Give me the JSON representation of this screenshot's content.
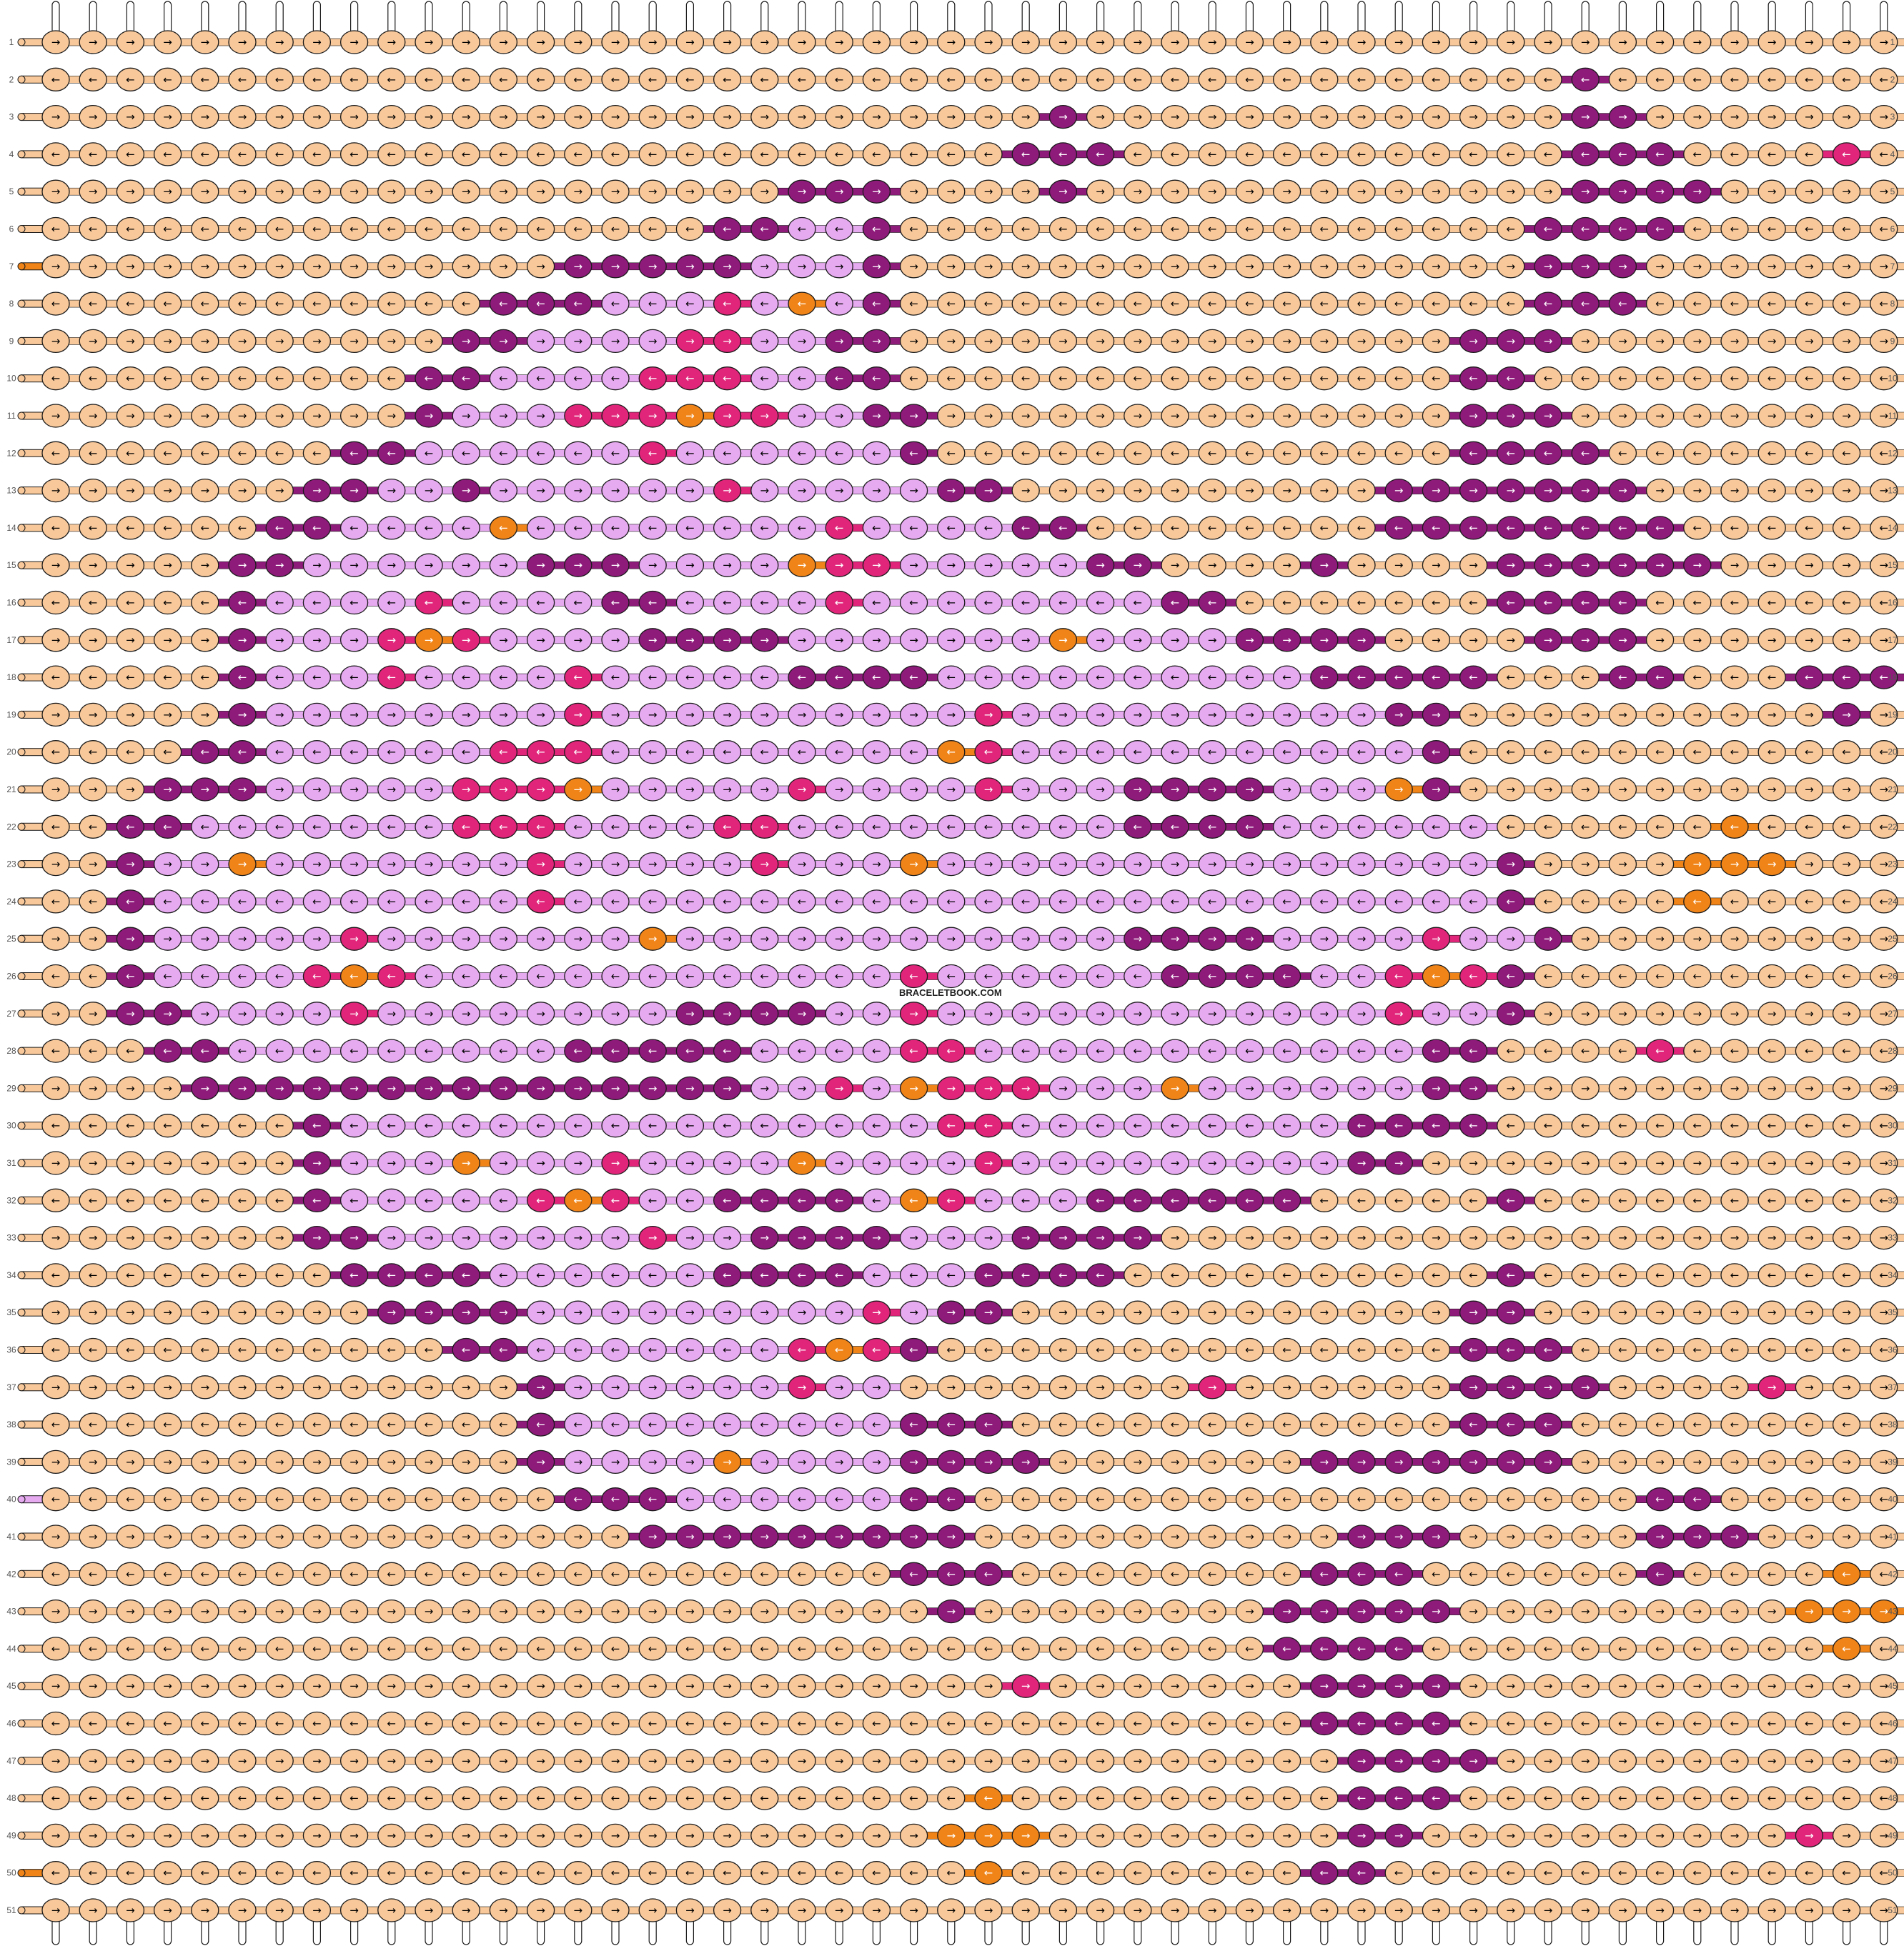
{
  "pattern": {
    "watermark": "BRACELETBOOK.COM",
    "rows": 51,
    "columns": 51,
    "row_labels": [
      "1",
      "2",
      "3",
      "4",
      "5",
      "6",
      "7",
      "8",
      "9",
      "10",
      "11",
      "12",
      "13",
      "14",
      "15",
      "16",
      "17",
      "18",
      "19",
      "20",
      "21",
      "22",
      "23",
      "24",
      "25",
      "26",
      "27",
      "28",
      "29",
      "30",
      "31",
      "32",
      "33",
      "34",
      "35",
      "36",
      "37",
      "38",
      "39",
      "40",
      "41",
      "42",
      "43",
      "44",
      "45",
      "46",
      "47",
      "48",
      "49",
      "50",
      "51"
    ],
    "palette": {
      "bg": "#f8c89a",
      "dark": "#8e1a7a",
      "light": "#e6aaf0",
      "pink": "#e0257a",
      "orange": "#f08418"
    },
    "knot_glyphs": {
      "forward": "→",
      "backward": "←"
    },
    "knot_rows": [
      "BBBBBBBBBBBBBBBBBBBBBBBBBBBBBBBBBBBBBBBBBBBBBBBBBBB",
      "BBBBBBBBBBBBBBBBBBBBBBBBBBBBBBBBBBBBBBBBBDBBBBBBBBB",
      "BBBBBBBBBBBBBBBBBBBBBBBBBBBDBBBBBBBBBBBBBDDBBBBBBBB",
      "BBBBBBBBBBBBBBBBBBBBBBBBBBDDDBBBBBBBBBBBBDDDBBBBPBB",
      "BBBBBBBBBBBBBBBBBBBBDDDBBBBDBBBBBBBBBBBBBDDDDBBBBBB",
      "BBBBBBBBBBBBBBBBBBDDLLDBBBBBBBBBBBBBBBBBDDDDBBBBBBB",
      "BBBBBBBBBBBBBBDDDDDLLLDBBBBBBBBBBBBBBBBBDDDBBBBBBBB",
      "BBBBBBBBBBBBDDDLLLPLOLDBBBBBBBBBBBBBBBBBDDDBBBBBBBB",
      "BBBBBBBBBBBDDLLLLPPLLDDBBBBBBBBBBBBBBBDDDBBBBBBBBBB",
      "BBBBBBBBBBDDLLLLPPPLLDDBBBBBBBBBBBBBBBDDBBBBBBBBBBB",
      "BBBBBBBBBBDLLLPPPOPPLLDDBBBBBBBBBBBBBBDDDBBBBBBBBBB",
      "BBBBBBBBDDLLLLLLPLLLLLLDBBBBBBBBBBBBBBDDDDBBBBBBBBB",
      "BBBBBBBDDLLDLLLLLLPLLLLLDDBBBBBBBBBBDDDDDDDBBBBBBBB",
      "BBBBBBDDLLLLOLLLLLLLLPLLLLDDBBBBBBBBDDDDDDDDBBBBBBB",
      "BBBBBDDLLLLLLDDDLLLLOPPLLLLLDDBBBBDBBBBDDDDDDBBBBBB",
      "BBBBBDLLLLPLLLLDDLLLLPLLLLLLLLDDBBBBBBBDDDDBBBBBBBB",
      "BBBBBDLLLPOPLLLLDDDDLLLLLLLOLLLLDDDDBBBBDDDBBBBBBBB",
      "BBBBBDLLLPLLLLPLLLLLDDDDLLLLLLLLLLDDDDDBBBDDBBBDDDB",
      "BBBBBDLLLLLLLLPLLLLLLLLLLPLLLLLLLLLLDDBBBBBBBBBBDBB",
      "BBBBDDLLLLLLPPPLLLLLLLLLOPLLLLLLLLLLLDBBBBBBBBBBBBB",
      "BBBDDDLLLLLPPPOLLLLLPLLLLPLLLDDDDLLLODBBBBBBBBBBBBB",
      "BBDDLLLLLLLPPPLLLLPPLLLLLLLLLDDDDLLLLLLBBBBBBOBBBBB",
      "BBDLLOLLLLLLLPLLLLLPLLLOLLLLLLLLLLLLLLLDBBBBOOOBBBB",
      "BBDLLLLLLLLLLPLLLLLLLLLLLLLLLLLLLLLLLLLDBBBBOBBBBBB",
      "BBDLLLLLPLLLLLLLOLLLLLLLLLLLLDDDDLLLLPLLDBBBBBBBBBB",
      "BBDLLLLPOPLLLLLLLLLLLLLPLLLLLLDDDDLLPOPDBBBBBBBBBBB",
      "BBDDLLLLPLLLLLLLLDDDDLLPLLLLLLLLLLLLPLLDBBBBBBBBBBB",
      "BBBDDLLLLLLLLLDDDDDLLLLPPLLLLLLLLLLLLDDBBBBPBBBBBBB",
      "BBBBDDDDDDDDDDDDDDDLLPLOPPPLLLOLLLLLLDDBBBBBBBBBBBB",
      "BBBBBBBDLLLLLLLLLLLLLLLLPPLLLLLLLLLDDDDBBBBBBBBBBBB",
      "BBBBBBBDLLLOLLLPLLLLOLLLLPLLLLLLLLLDDBBBBBBBBBBBBBB",
      "BBBBBBBDLLLLLPOPLLDDDDLOPLLLDDDDDDBBBBBDBBBBBBBBBBB",
      "BBBBBBBDDLLLLLLLPLLDDDDLLLDDDDBBBBBBBBBBBBBBBBBBBBB",
      "BBBBBBBBDDDDLLLLLLDDDDLLLDDDDBBBBBBBBBBDBBBBBBBBBBB",
      "BBBBBBBBBDDDDLLLLLLLLLPLDDBBBBBBBBBBBBDDBBBBBBBBBBB",
      "BBBBBBBBBBBDDLLLLLLLPOPDBBBBBBBBBBBBBBDDDBBBBBBBBBB",
      "BBBBBBBBBBBBBDLLLLLLPLLBBBBBBBBPBBBBBBDDDDBBBBPBBBB",
      "BBBBBBBBBBBBBDLLLLLLLLLDDDBBBBBBBBBBBBDDDBBBBBBBBBB",
      "BBBBBBBBBBBBBDLLLLOLLLLDDDDBBBBBBBDDDDDDDBBBBBBBBBB",
      "BBBBBBBBBBBBBBDDDLLLLLLDDBBBBBBBBBBBBBBBBBBDDBBBBBB",
      "BBBBBBBBBBBBBBBBDDDDDDDDDBBBBBBBBBBDDDBBBBBDDDBBBBB",
      "BBBBBBBBBBBBBBBBBBBBBBBDDDBBBBBBBBDDDBBBBBBDBBBBOBB",
      "BBBBBBBBBBBBBBBBBBBBBBBBDBBBBBBBBDDDDDBBBBBBBBBOOOB",
      "BBBBBBBBBBBBBBBBBBBBBBBBBBBBBBBBBDDDDBBBBBBBBBBBOBB",
      "BBBBBBBBBBBBBBBBBBBBBBBBBBPBBBBBBBDDDDBBBBBBBBBBBBB",
      "BBBBBBBBBBBBBBBBBBBBBBBBBBBBBBBBBBDDDDBBBBBBBBBBBBB",
      "BBBBBBBBBBBBBBBBBBBBBBBBBBBBBBBBBBBDDDDBBBBBBBBBBBB",
      "BBBBBBBBBBBBBBBBBBBBBBBBBOBBBBBBBBBDDDBBBBBBBBBBBBB",
      "BBBBBBBBBBBBBBBBBBBBBBBBOOOBBBBBBBBDDBBBBBBBBBBPBBB",
      "BBBBBBBBBBBBBBBBBBBBBBBBBOBBBBBBBBDDBBBBBBBBBBBBBBB",
      "BBBBBBBBBBBBBBBBBBBBBBBBBBBBBBBBBBBBBBBBBBBBBBBBBBB"
    ],
    "left_strings": [
      "bg",
      "bg",
      "bg",
      "bg",
      "bg",
      "bg",
      "orange",
      "bg",
      "bg",
      "bg",
      "bg",
      "bg",
      "bg",
      "bg",
      "bg",
      "bg",
      "bg",
      "bg",
      "bg",
      "bg",
      "bg",
      "bg",
      "bg",
      "bg",
      "bg",
      "bg",
      "bg",
      "bg",
      "bg",
      "bg",
      "bg",
      "bg",
      "bg",
      "bg",
      "bg",
      "bg",
      "bg",
      "bg",
      "bg",
      "light",
      "bg",
      "bg",
      "bg",
      "bg",
      "bg",
      "bg",
      "bg",
      "bg",
      "bg",
      "orange",
      "bg"
    ],
    "right_strings": [
      "bg",
      "dark",
      "bg",
      "pink",
      "bg",
      "light",
      "bg",
      "bg",
      "bg",
      "bg",
      "bg",
      "bg",
      "bg",
      "bg",
      "bg",
      "bg",
      "bg",
      "bg",
      "bg",
      "bg",
      "bg",
      "bg",
      "bg",
      "bg",
      "bg",
      "bg",
      "bg",
      "bg",
      "bg",
      "bg",
      "bg",
      "bg",
      "bg",
      "bg",
      "bg",
      "bg",
      "bg",
      "bg",
      "bg",
      "bg",
      "bg",
      "bg",
      "bg",
      "bg",
      "bg",
      "bg",
      "bg",
      "bg",
      "pink",
      "bg",
      "bg"
    ]
  }
}
